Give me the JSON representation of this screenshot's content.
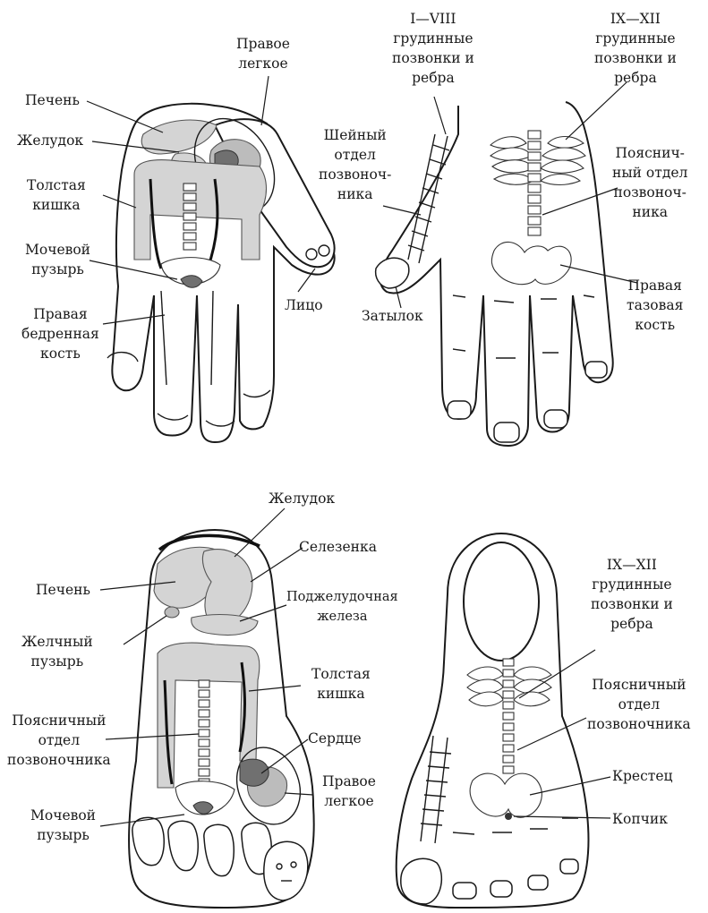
{
  "palm_organs": {
    "right_lung": "Правое\nлегкое",
    "liver": "Печень",
    "stomach": "Желудок",
    "large_intestine": "Толстая\nкишка",
    "bladder": "Мочевой\nпузырь",
    "right_femur": "Правая\nбедренная\nкость",
    "face": "Лицо"
  },
  "hand_back_skeleton": {
    "thoracic_1_8": "I—VIII\nгрудинные\nпозвонки и\nребра",
    "thoracic_9_12": "IX—XII\nгрудинные\nпозвонки и\nребра",
    "cervical_spine": "Шейный\nотдел\nпозвоноч-\nника",
    "lumbar_spine": "Пояснич-\nный отдел\nпозвоноч-\nника",
    "occiput": "Затылок",
    "right_pelvic_bone": "Правая\nтазовая\nкость"
  },
  "sole_organs": {
    "stomach": "Желудок",
    "spleen": "Селезенка",
    "liver": "Печень",
    "pancreas": "Поджелудочная\nжелеза",
    "gallbladder": "Желчный\nпузырь",
    "large_intestine": "Толстая\nкишка",
    "lumbar_spine": "Поясничный\nотдел\nпозвоночника",
    "heart": "Сердце",
    "bladder": "Мочевой\nпузырь",
    "right_lung": "Правое\nлегкое"
  },
  "foot_top_skeleton": {
    "thoracic_9_12": "IX—XII\nгрудинные\nпозвонки и\nребра",
    "lumbar_spine": "Поясничный\nотдел\nпозвоночника",
    "sacrum": "Крестец",
    "coccyx": "Копчик"
  }
}
